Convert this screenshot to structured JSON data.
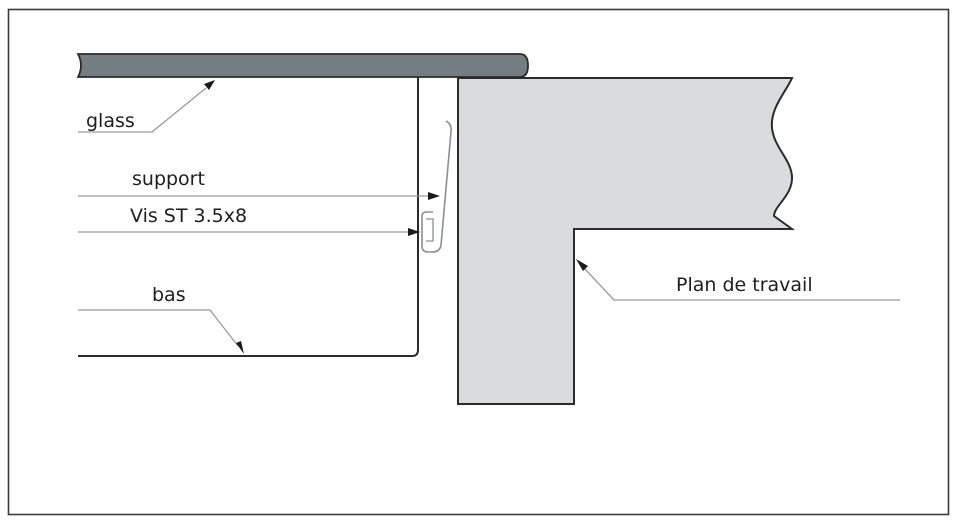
{
  "labels": {
    "glass": "glass",
    "support": "support",
    "screw": "Vis ST 3.5x8",
    "base": "bas",
    "worktop": "Plan de travail"
  },
  "colors": {
    "glass_fill": "#747d82",
    "worktop_fill": "#d9dcdd",
    "frame": "#3a3a3a"
  }
}
